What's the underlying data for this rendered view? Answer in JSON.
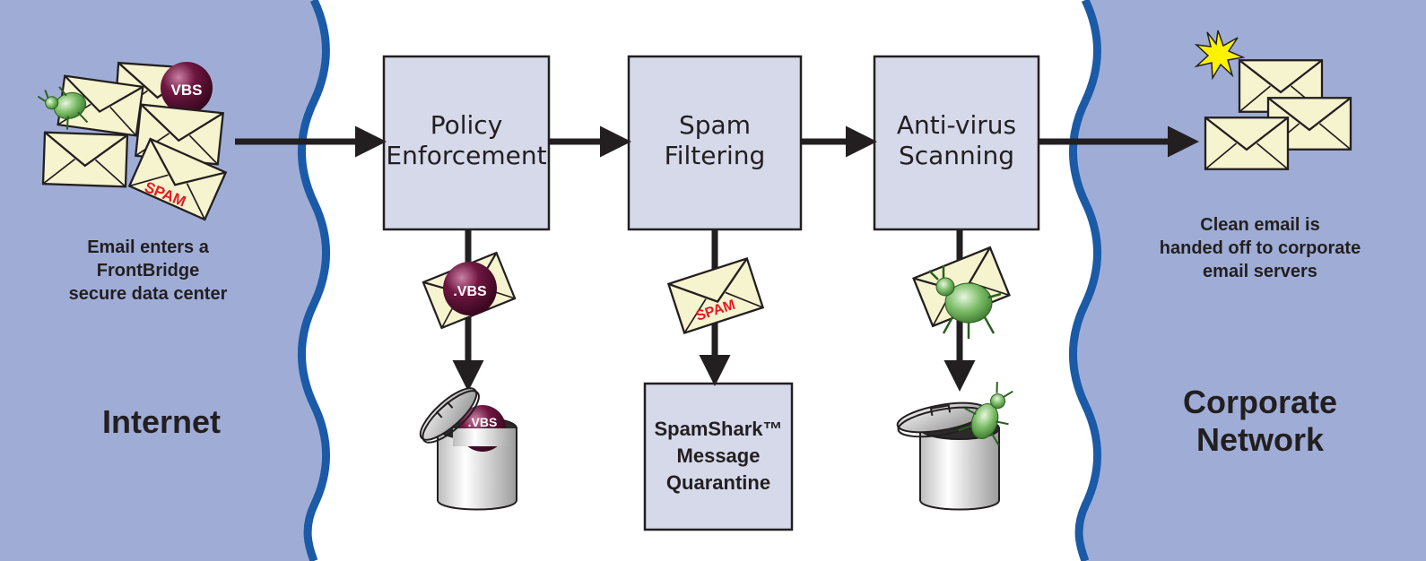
{
  "zones": {
    "left": "Internet",
    "right_line1": "Corporate",
    "right_line2": "Network"
  },
  "captions": {
    "left": [
      "Email enters a",
      "FrontBridge",
      "secure data center"
    ],
    "right": [
      "Clean email is",
      "handed off to corporate",
      "email servers"
    ]
  },
  "stages": [
    {
      "line1": "Policy",
      "line2": "Enforcement"
    },
    {
      "line1": "Spam",
      "line2": "Filtering"
    },
    {
      "line1": "Anti-virus",
      "line2": "Scanning"
    }
  ],
  "quarantine": [
    "SpamShark™",
    "Message",
    "Quarantine"
  ],
  "badges": {
    "vbs_top": "VBS",
    "vbs_drop": ".VBS",
    "vbs_trash": ".VBS",
    "spam": "SPAM"
  },
  "colors": {
    "zone_fill": "#9fadd6",
    "zone_border": "#1b5aa6",
    "box_fill": "#d5d9ea",
    "envelope": "#f6f3cf",
    "vbs_ball": "#5e1035",
    "spam_text": "#e41b23",
    "bug": "#79b866"
  }
}
